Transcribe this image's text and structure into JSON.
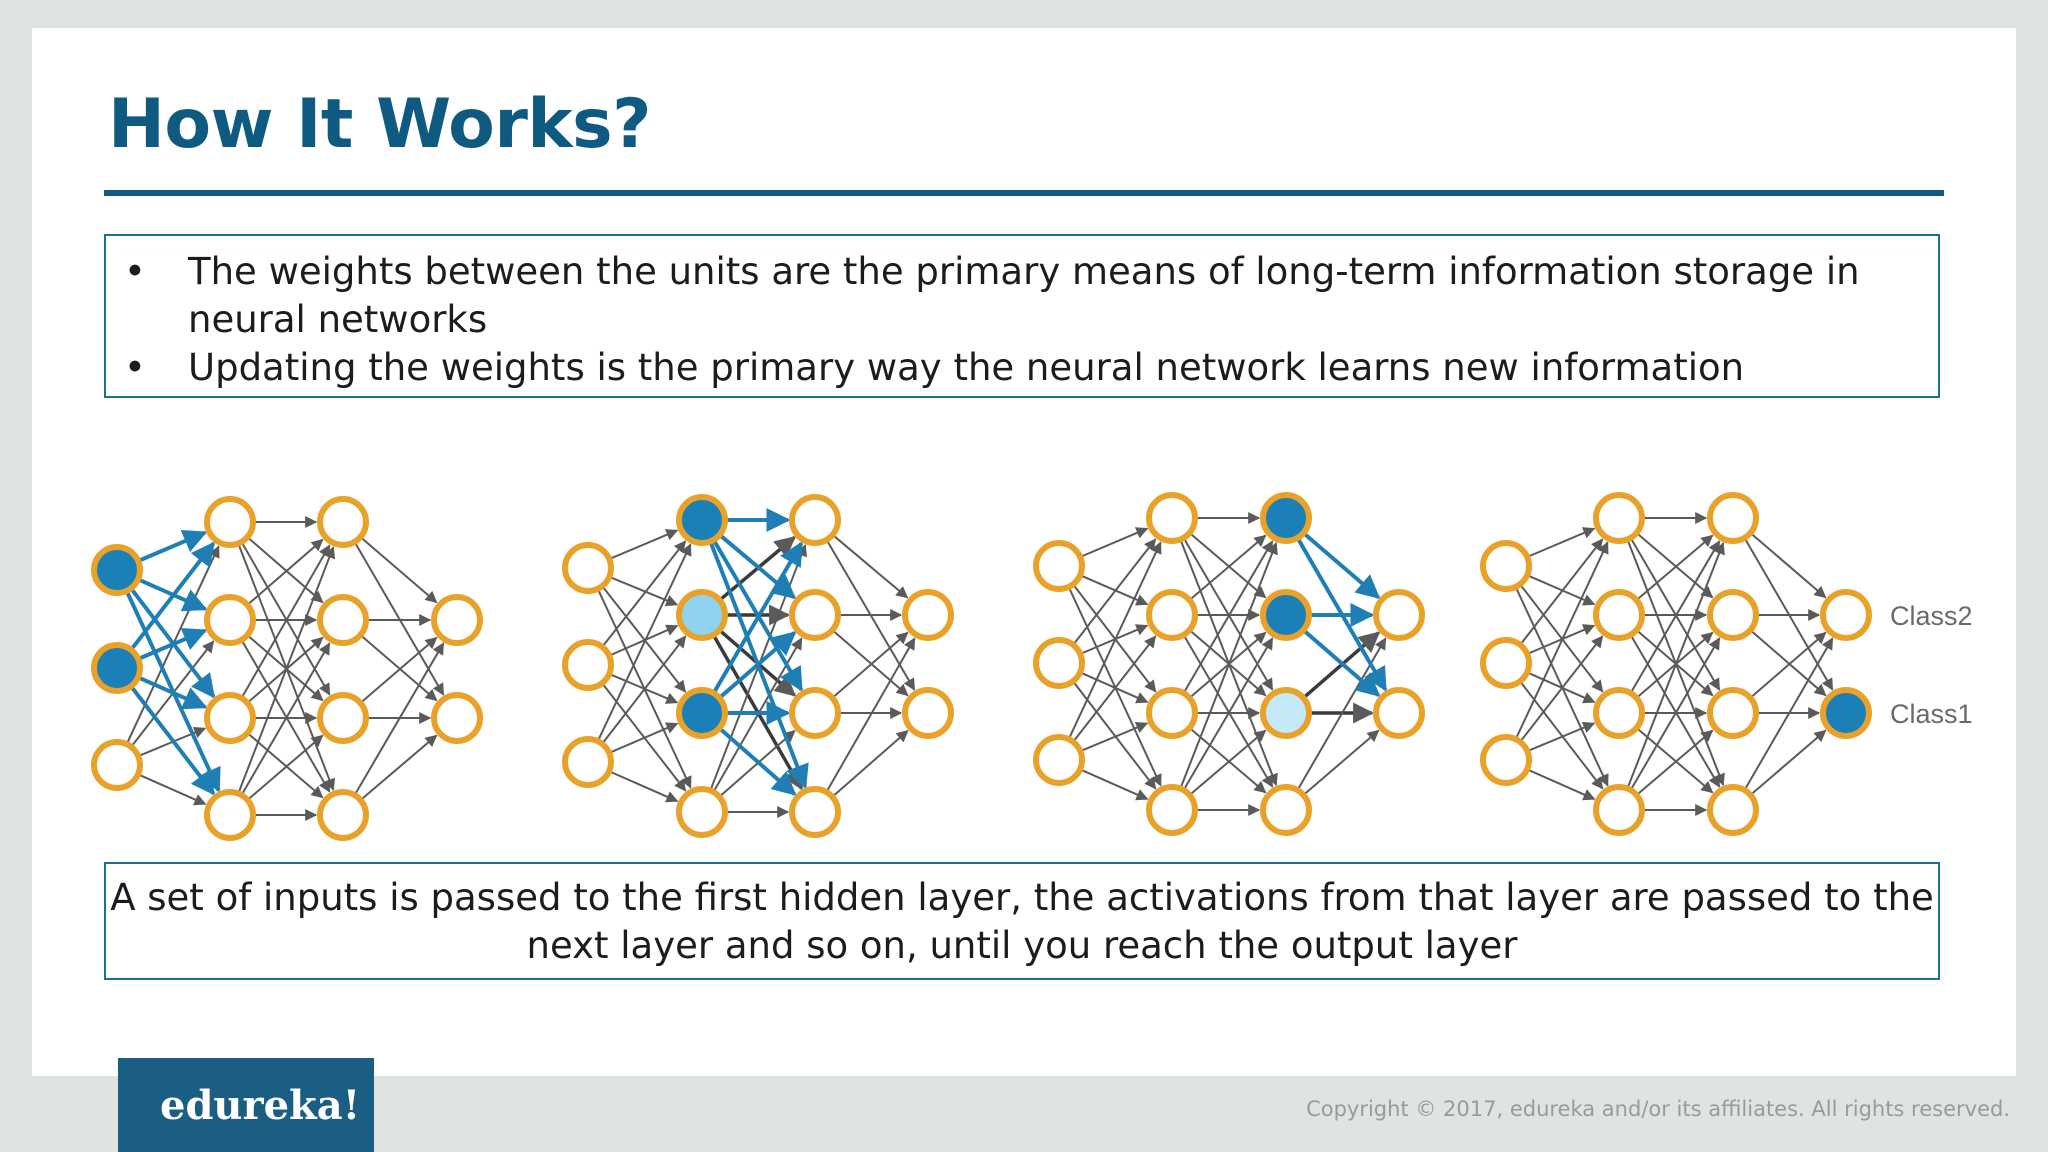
{
  "slide": {
    "title": "How It Works?",
    "bullets": [
      "The weights between the units are the primary means of long-term information storage in neural networks",
      "Updating the weights is the primary way the neural network learns new information"
    ],
    "bullet_marker": "•",
    "summary": "A set of inputs is passed to the first hidden layer, the activations from that layer are passed to the next layer and so on, until you reach the output layer"
  },
  "diagram": {
    "output_labels": [
      "Class2",
      "Class1"
    ],
    "colors": {
      "node_ring": "#e8a22a",
      "node_fill": "#ffffff",
      "active_node": "#1b7fb8",
      "partial_node": "#8fd3f1",
      "faint_node": "#c4e9f7",
      "edge": "#5a5a5a",
      "active_edge": "#1f7fb5"
    }
  },
  "footer": {
    "brand": "edureka!",
    "copyright": "Copyright © 2017, edureka and/or its affiliates. All rights reserved."
  }
}
